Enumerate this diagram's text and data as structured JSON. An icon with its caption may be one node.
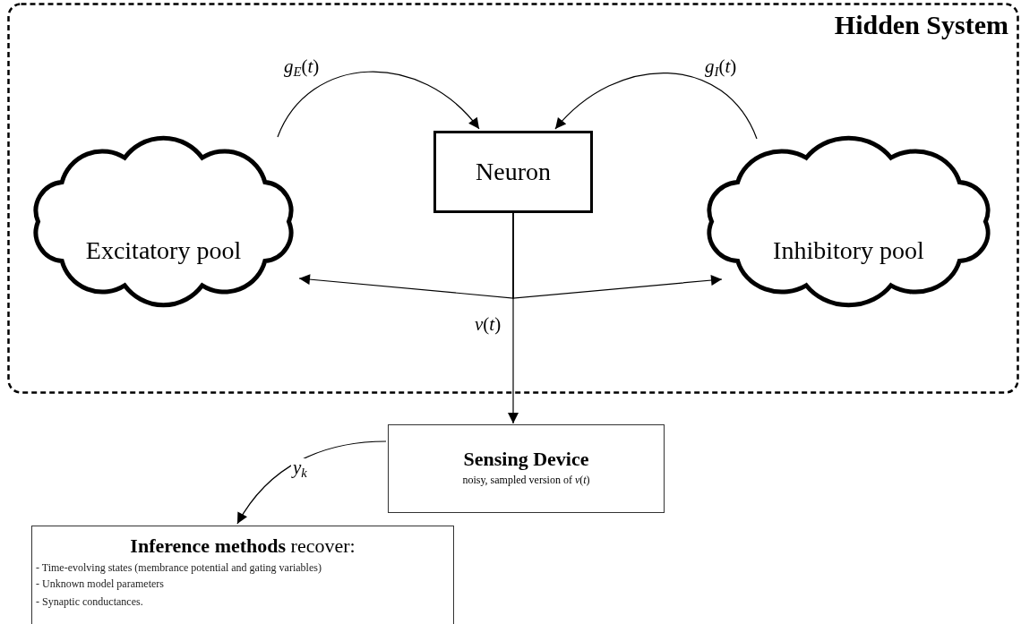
{
  "diagram": {
    "nodes": [
      {
        "text": [
          "Hidden System"
        ]
      },
      {
        "text": [
          "Excitatory pool"
        ],
        "in": 0
      },
      {
        "text": [
          "Neuron"
        ],
        "in": 0
      },
      {
        "text": [
          "Inhibitory pool"
        ],
        "in": 0
      },
      {
        "text": [
          "Sensing Device",
          "noisy, sampled version of *v*(*t*)"
        ]
      },
      {
        "text": [
          "**Inference methods** recover:",
          "- Time-evolving states (membrance potential and gating variables)",
          "- Unknown model parameters",
          "- Synaptic conductances."
        ]
      }
    ],
    "edges": [
      {
        "from": 1,
        "to": 2,
        "arrow": "to",
        "label": "*g*$_{E}$(*t*)"
      },
      {
        "from": 3,
        "to": 2,
        "arrow": "to",
        "label": "*g*$_{I}$(*t*)"
      },
      {
        "from": 2,
        "to": 1,
        "arrow": "to"
      },
      {
        "from": 2,
        "to": 3,
        "arrow": "to"
      },
      {
        "from": 2,
        "to": 4,
        "arrow": "to",
        "label": "*v*(*t*)"
      },
      {
        "from": 4,
        "to": 5,
        "arrow": "to",
        "label": "*y*$_{k}$"
      }
    ]
  }
}
